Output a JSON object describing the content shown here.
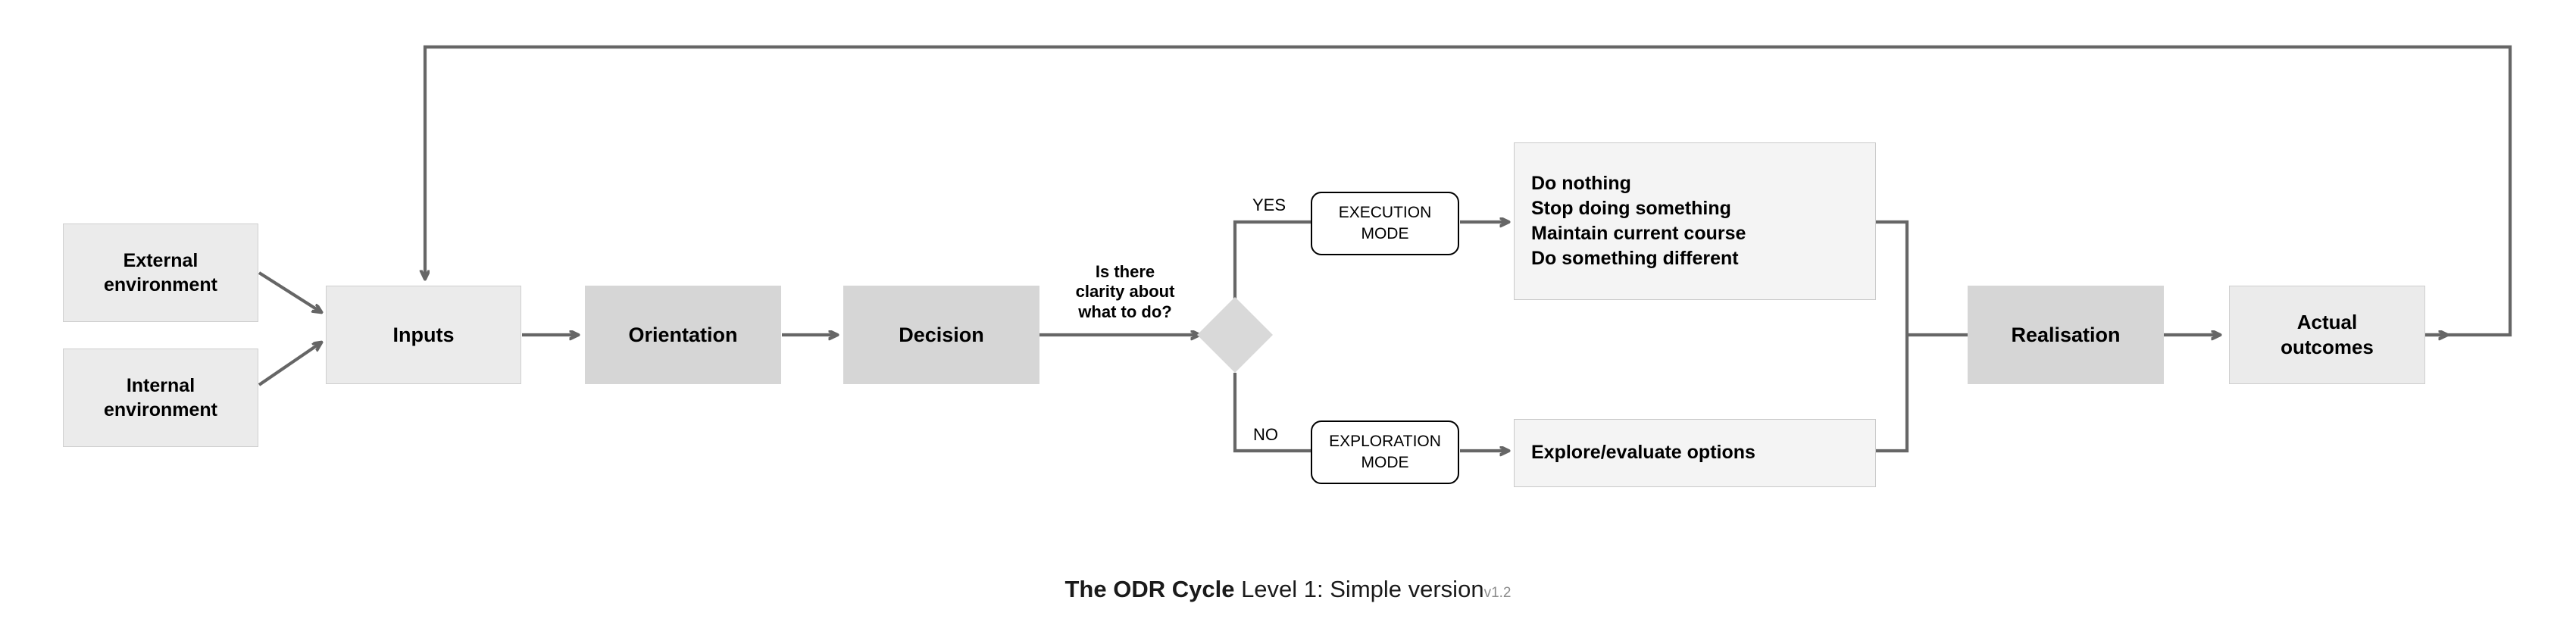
{
  "diagram": {
    "title_bold": "The ODR Cycle",
    "title_rest": " Level 1: Simple version",
    "version": "v1.2",
    "accent_line": "#666666",
    "node_fill_light": "#ebebeb",
    "node_fill_mid": "#d6d6d6",
    "node_fill_faint": "#f4f4f4"
  },
  "nodes": {
    "external_environment": "External\nenvironment",
    "external_environment_l1": "External",
    "external_environment_l2": "environment",
    "internal_environment_l1": "Internal",
    "internal_environment_l2": "environment",
    "inputs": "Inputs",
    "orientation": "Orientation",
    "decision": "Decision",
    "execution_mode_l1": "EXECUTION",
    "execution_mode_l2": "MODE",
    "exploration_mode_l1": "EXPLORATION",
    "exploration_mode_l2": "MODE",
    "realisation": "Realisation",
    "actual_outcomes_l1": "Actual",
    "actual_outcomes_l2": "outcomes",
    "explore_options": "Explore/evaluate options"
  },
  "execution_options": [
    "Do nothing",
    "Stop doing something",
    "Maintain current course",
    "Do something different"
  ],
  "labels": {
    "question_l1": "Is there",
    "question_l2": "clarity about",
    "question_l3": "what to do?",
    "yes": "YES",
    "no": "NO"
  }
}
